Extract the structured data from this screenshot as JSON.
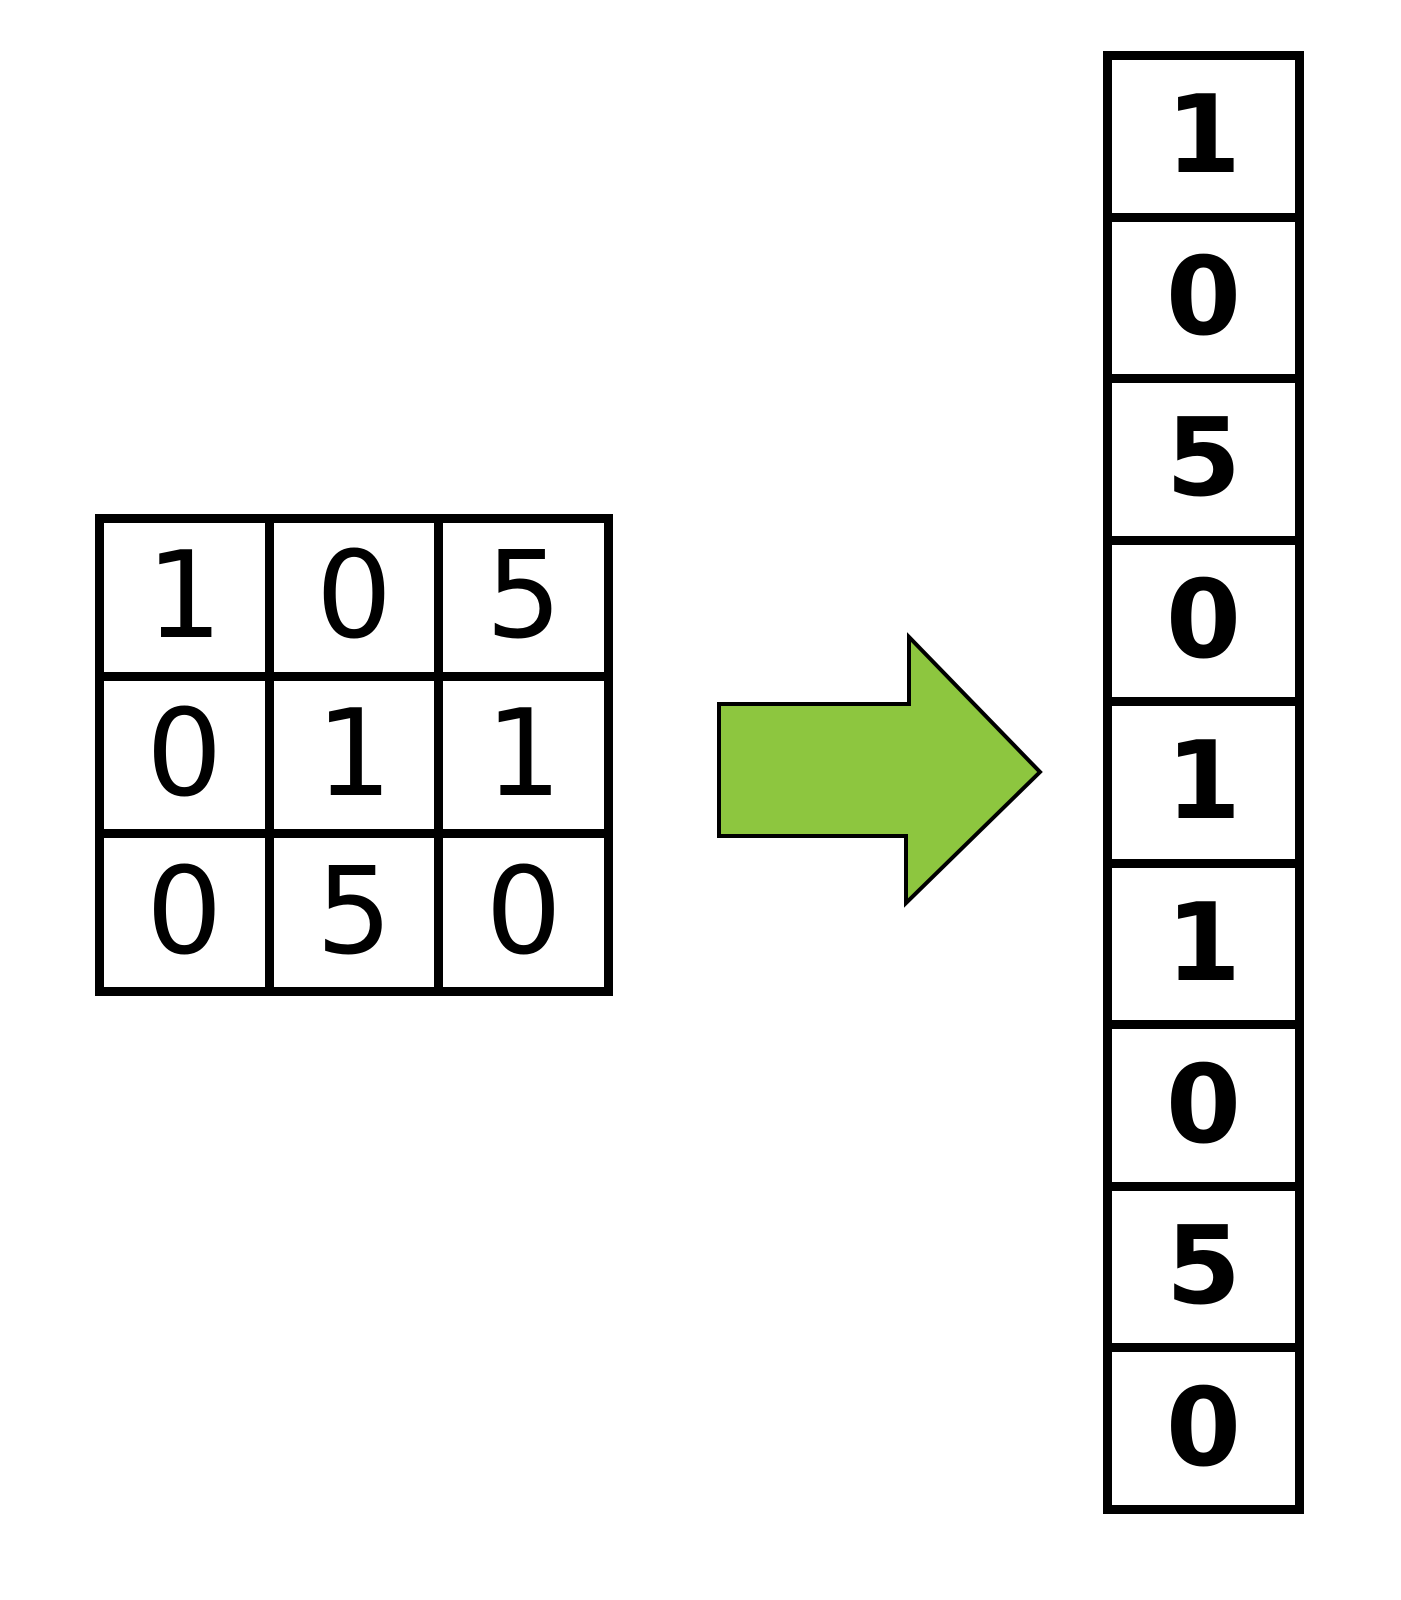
{
  "matrix": {
    "rows": [
      [
        "1",
        "0",
        "5"
      ],
      [
        "0",
        "1",
        "1"
      ],
      [
        "0",
        "5",
        "0"
      ]
    ]
  },
  "vector": {
    "values": [
      "1",
      "0",
      "5",
      "0",
      "1",
      "1",
      "0",
      "5",
      "0"
    ]
  },
  "colors": {
    "arrow_fill": "#8dc63f",
    "arrow_stroke": "#000000",
    "grid_line": "#000000",
    "cell_background": "#ffffff"
  },
  "icons": {
    "arrow": "right-arrow-icon"
  }
}
